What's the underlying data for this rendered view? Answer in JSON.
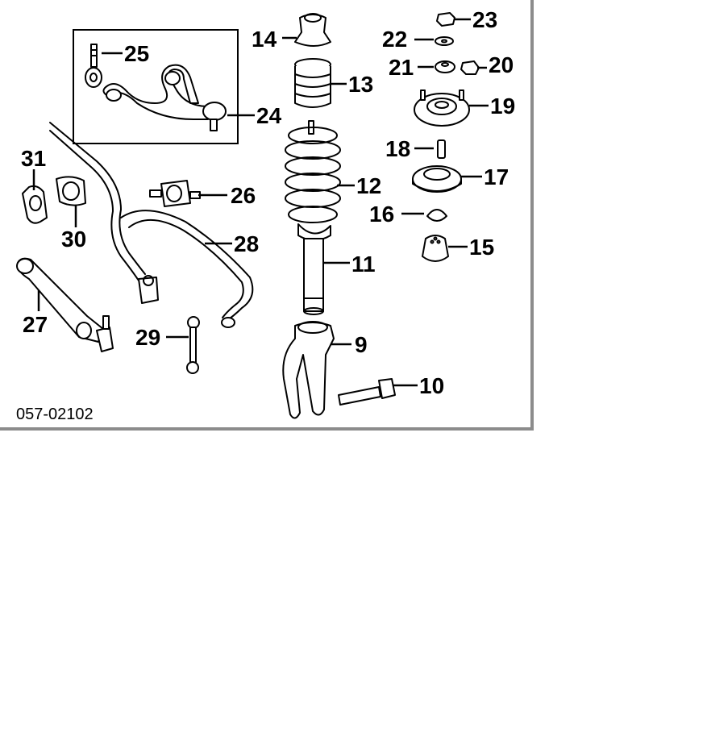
{
  "diagram": {
    "reference_code": "057-02102",
    "callouts": [
      {
        "id": "c9",
        "text": "9"
      },
      {
        "id": "c10",
        "text": "10"
      },
      {
        "id": "c11",
        "text": "11"
      },
      {
        "id": "c12",
        "text": "12"
      },
      {
        "id": "c13",
        "text": "13"
      },
      {
        "id": "c14",
        "text": "14"
      },
      {
        "id": "c15",
        "text": "15"
      },
      {
        "id": "c16",
        "text": "16"
      },
      {
        "id": "c17",
        "text": "17"
      },
      {
        "id": "c18",
        "text": "18"
      },
      {
        "id": "c19",
        "text": "19"
      },
      {
        "id": "c20",
        "text": "20"
      },
      {
        "id": "c21",
        "text": "21"
      },
      {
        "id": "c22",
        "text": "22"
      },
      {
        "id": "c23",
        "text": "23"
      },
      {
        "id": "c24",
        "text": "24"
      },
      {
        "id": "c25",
        "text": "25"
      },
      {
        "id": "c26",
        "text": "26"
      },
      {
        "id": "c27",
        "text": "27"
      },
      {
        "id": "c28",
        "text": "28"
      },
      {
        "id": "c29",
        "text": "29"
      },
      {
        "id": "c30",
        "text": "30"
      },
      {
        "id": "c31",
        "text": "31"
      }
    ]
  }
}
